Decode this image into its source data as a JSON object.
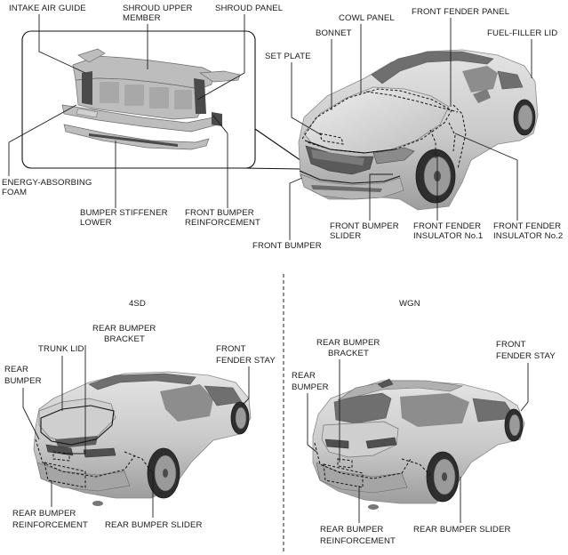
{
  "figure": {
    "labels": {
      "intake_air_guide": "INTAKE AIR GUIDE",
      "shroud_upper_member_l1": "SHROUD UPPER",
      "shroud_upper_member_l2": "MEMBER",
      "shroud_panel": "SHROUD PANEL",
      "cowl_panel": "COWL PANEL",
      "front_fender_panel": "FRONT FENDER PANEL",
      "fuel_filler_lid": "FUEL-FILLER LID",
      "bonnet": "BONNET",
      "set_plate": "SET PLATE",
      "energy_absorbing_foam_l1": "ENERGY-ABSORBING",
      "energy_absorbing_foam_l2": "FOAM",
      "bumper_stiffener_lower_l1": "BUMPER STIFFENER",
      "bumper_stiffener_lower_l2": "LOWER",
      "front_bumper_reinforcement_l1": "FRONT BUMPER",
      "front_bumper_reinforcement_l2": "REINFORCEMENT",
      "front_bumper": "FRONT BUMPER",
      "front_bumper_slider_l1": "FRONT BUMPER",
      "front_bumper_slider_l2": "SLIDER",
      "front_fender_insulator_1_l1": "FRONT FENDER",
      "front_fender_insulator_1_l2": "INSULATOR No.1",
      "front_fender_insulator_2_l1": "FRONT FENDER",
      "front_fender_insulator_2_l2": "INSULATOR No.2"
    },
    "sedan": {
      "title": "4SD",
      "rear_bumper_bracket_l1": "REAR BUMPER",
      "rear_bumper_bracket_l2": "BRACKET",
      "trunk_lid": "TRUNK LID",
      "rear_bumper_l1": "REAR",
      "rear_bumper_l2": "BUMPER",
      "front_fender_stay_l1": "FRONT",
      "front_fender_stay_l2": "FENDER STAY",
      "rear_bumper_reinforcement_l1": "REAR BUMPER",
      "rear_bumper_reinforcement_l2": "REINFORCEMENT",
      "rear_bumper_slider": "REAR BUMPER SLIDER"
    },
    "wagon": {
      "title": "WGN",
      "rear_bumper_bracket_l1": "REAR BUMPER",
      "rear_bumper_bracket_l2": "BRACKET",
      "rear_bumper_l1": "REAR",
      "rear_bumper_l2": "BUMPER",
      "front_fender_stay_l1": "FRONT",
      "front_fender_stay_l2": "FENDER STAY",
      "rear_bumper_reinforcement_l1": "REAR BUMPER",
      "rear_bumper_reinforcement_l2": "REINFORCEMENT",
      "rear_bumper_slider": "REAR BUMPER SLIDER"
    }
  }
}
